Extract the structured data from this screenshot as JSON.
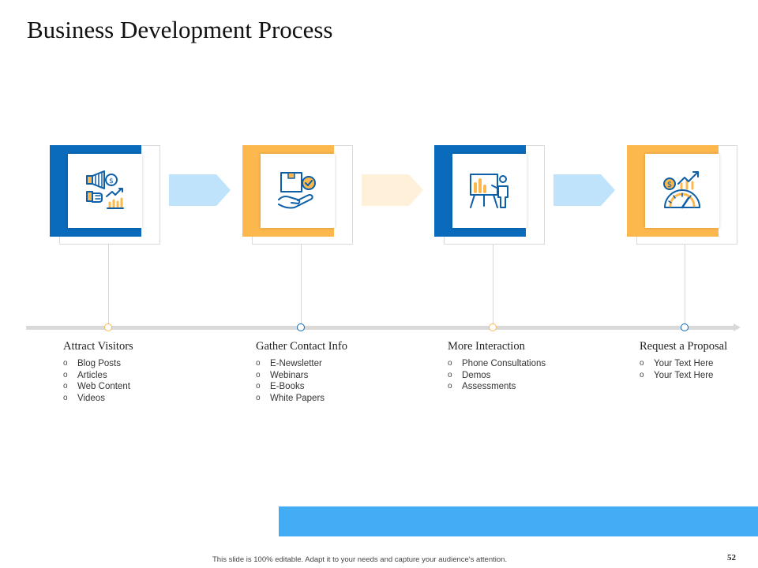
{
  "slide": {
    "title": "Business Development Process",
    "footer": "This slide is 100% editable. Adapt it to your needs and capture your audience's attention.",
    "page_number": "52"
  },
  "colors": {
    "blue": "#0a6abb",
    "yellow": "#fdb84d",
    "chevron_blue": "#bfe3fb",
    "chevron_yellow": "#fff0d9",
    "timeline": "#d9d9d9",
    "bar": "#42adf5"
  },
  "bullet_mark": "o",
  "steps": [
    {
      "heading": "Attract Visitors",
      "icon": "megaphone-handshake-chart-icon",
      "accent": "blue",
      "items": [
        "Blog Posts",
        "Articles",
        "Web Content",
        "Videos"
      ]
    },
    {
      "heading": "Gather Contact Info",
      "icon": "box-hand-checkmark-icon",
      "accent": "yellow",
      "items": [
        "E-Newsletter",
        "Webinars",
        "E-Books",
        "White Papers"
      ]
    },
    {
      "heading": "More Interaction",
      "icon": "presentation-board-icon",
      "accent": "blue",
      "items": [
        "Phone Consultations",
        "Demos",
        "Assessments"
      ]
    },
    {
      "heading": "Request a Proposal",
      "icon": "dollar-gauge-growth-icon",
      "accent": "yellow",
      "items": [
        "Your Text Here",
        "Your Text Here"
      ]
    }
  ]
}
